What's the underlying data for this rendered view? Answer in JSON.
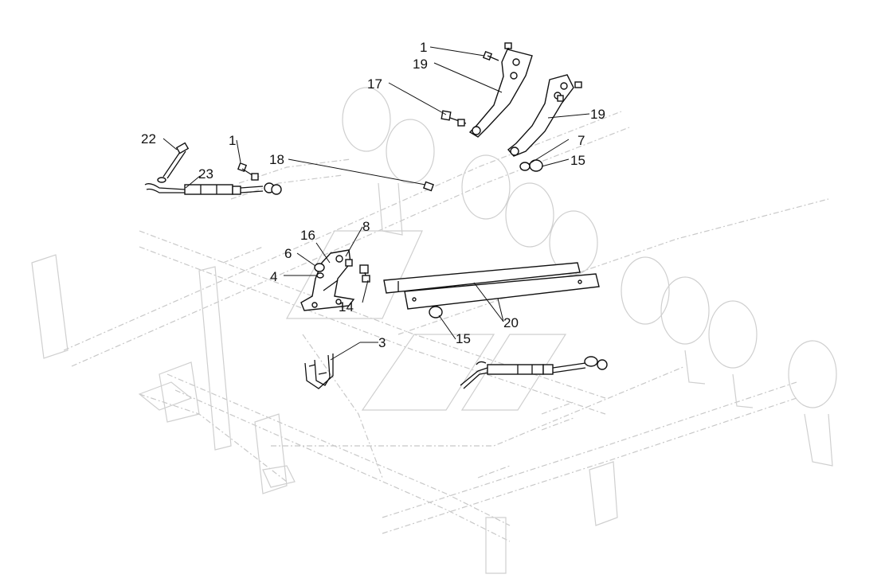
{
  "callouts": [
    {
      "id": "c1a",
      "label": "1"
    },
    {
      "id": "c19a",
      "label": "19"
    },
    {
      "id": "c17",
      "label": "17"
    },
    {
      "id": "c19b",
      "label": "19"
    },
    {
      "id": "c7",
      "label": "7"
    },
    {
      "id": "c15a",
      "label": "15"
    },
    {
      "id": "c22",
      "label": "22"
    },
    {
      "id": "c1b",
      "label": "1"
    },
    {
      "id": "c23",
      "label": "23"
    },
    {
      "id": "c18",
      "label": "18"
    },
    {
      "id": "c16",
      "label": "16"
    },
    {
      "id": "c8",
      "label": "8"
    },
    {
      "id": "c6",
      "label": "6"
    },
    {
      "id": "c4",
      "label": "4"
    },
    {
      "id": "c14",
      "label": "14"
    },
    {
      "id": "c20",
      "label": "20"
    },
    {
      "id": "c15b",
      "label": "15"
    },
    {
      "id": "c3",
      "label": "3"
    }
  ],
  "colors": {
    "highlight_part": "#111111",
    "background_frame": "#c8c8c8",
    "background": "#ffffff"
  }
}
